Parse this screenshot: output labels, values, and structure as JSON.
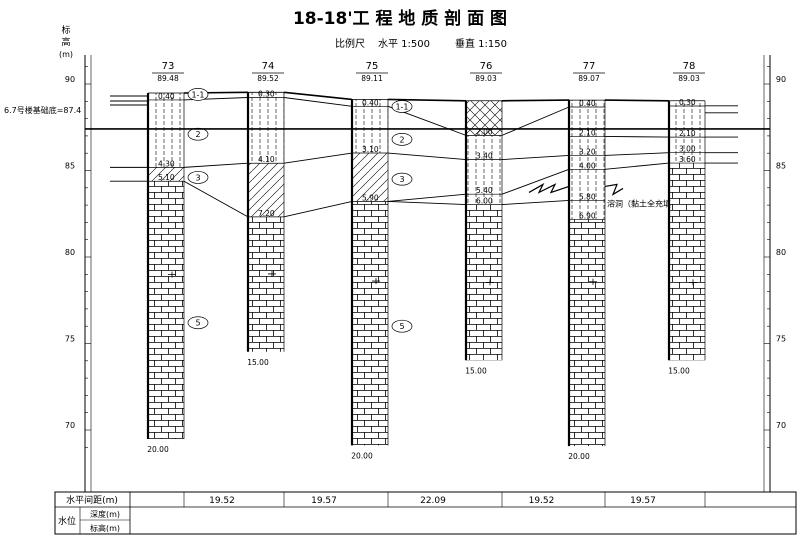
{
  "title": "18-18'工 程 地 质 剖 面 图",
  "scale": {
    "label": "比例尺",
    "horizontal": "水平  1:500",
    "vertical": "垂直  1:150"
  },
  "axis": {
    "label_chars": [
      "标",
      "高",
      "(m)"
    ],
    "ticks": [
      90,
      85,
      80,
      75,
      70
    ],
    "range": [
      66,
      92
    ]
  },
  "foundation": {
    "label": "6.7号楼基础底=87.4",
    "elevation": 87.4
  },
  "boreholes": [
    {
      "id": "73",
      "elev": "89.48",
      "depth": "20.00",
      "depth_value": 20.0,
      "layers": [
        {
          "depth": 0.4,
          "label": "0.40"
        },
        {
          "depth": 4.3,
          "label": "4.30"
        },
        {
          "depth": 5.1,
          "label": "5.10"
        }
      ],
      "stratum_marks": [
        {
          "text": "1-1",
          "elevation": 89.4
        },
        {
          "text": "2",
          "elevation": 87.1
        },
        {
          "text": "3",
          "elevation": 84.6
        },
        {
          "text": "5",
          "elevation": 76.2
        }
      ]
    },
    {
      "id": "74",
      "elev": "89.52",
      "depth": "15.00",
      "depth_value": 15.0,
      "layers": [
        {
          "depth": 0.3,
          "label": "0.30"
        },
        {
          "depth": 4.1,
          "label": "4.10"
        },
        {
          "depth": 7.2,
          "label": "7.20"
        }
      ],
      "stratum_marks": []
    },
    {
      "id": "75",
      "elev": "89.11",
      "depth": "20.00",
      "depth_value": 20.0,
      "layers": [
        {
          "depth": 0.4,
          "label": "0.40"
        },
        {
          "depth": 3.1,
          "label": "3.10"
        },
        {
          "depth": 5.9,
          "label": "5.90"
        }
      ],
      "stratum_marks": [
        {
          "text": "1-1",
          "elevation": 88.7
        },
        {
          "text": "2",
          "elevation": 86.8
        },
        {
          "text": "3",
          "elevation": 84.5
        },
        {
          "text": "5",
          "elevation": 76.0
        }
      ]
    },
    {
      "id": "76",
      "elev": "89.03",
      "depth": "15.00",
      "depth_value": 15.0,
      "layers": [
        {
          "depth": 2.0,
          "label": "2.00"
        },
        {
          "depth": 3.4,
          "label": "3.40"
        },
        {
          "depth": 5.4,
          "label": "5.40"
        },
        {
          "depth": 6.0,
          "label": "6.00"
        }
      ],
      "stratum_marks": []
    },
    {
      "id": "77",
      "elev": "89.07",
      "depth": "20.00",
      "depth_value": 20.0,
      "layers": [
        {
          "depth": 0.4,
          "label": "0.40"
        },
        {
          "depth": 2.1,
          "label": "2.10"
        },
        {
          "depth": 3.2,
          "label": "3.20"
        },
        {
          "depth": 4.0,
          "label": "4.00"
        },
        {
          "depth": 5.8,
          "label": "5.80"
        },
        {
          "depth": 6.9,
          "label": "6.90"
        }
      ],
      "stratum_marks": []
    },
    {
      "id": "78",
      "elev": "89.03",
      "depth": "15.00",
      "depth_value": 15.0,
      "layers": [
        {
          "depth": 0.3,
          "label": "0.30"
        },
        {
          "depth": 2.1,
          "label": "2.10"
        },
        {
          "depth": 3.0,
          "label": "3.00"
        },
        {
          "depth": 3.6,
          "label": "3.60"
        }
      ],
      "stratum_marks": []
    }
  ],
  "cave_label": "溶洞（黏土全充填",
  "footer": {
    "spacing_label": "水平间距(m)",
    "spacings": [
      "19.52",
      "19.57",
      "22.09",
      "19.52",
      "19.57"
    ],
    "water_label": "水位",
    "depth_label": "深度(m)",
    "elev_label": "标高(m)"
  },
  "colors": {
    "line": "#000000",
    "background": "#ffffff"
  }
}
